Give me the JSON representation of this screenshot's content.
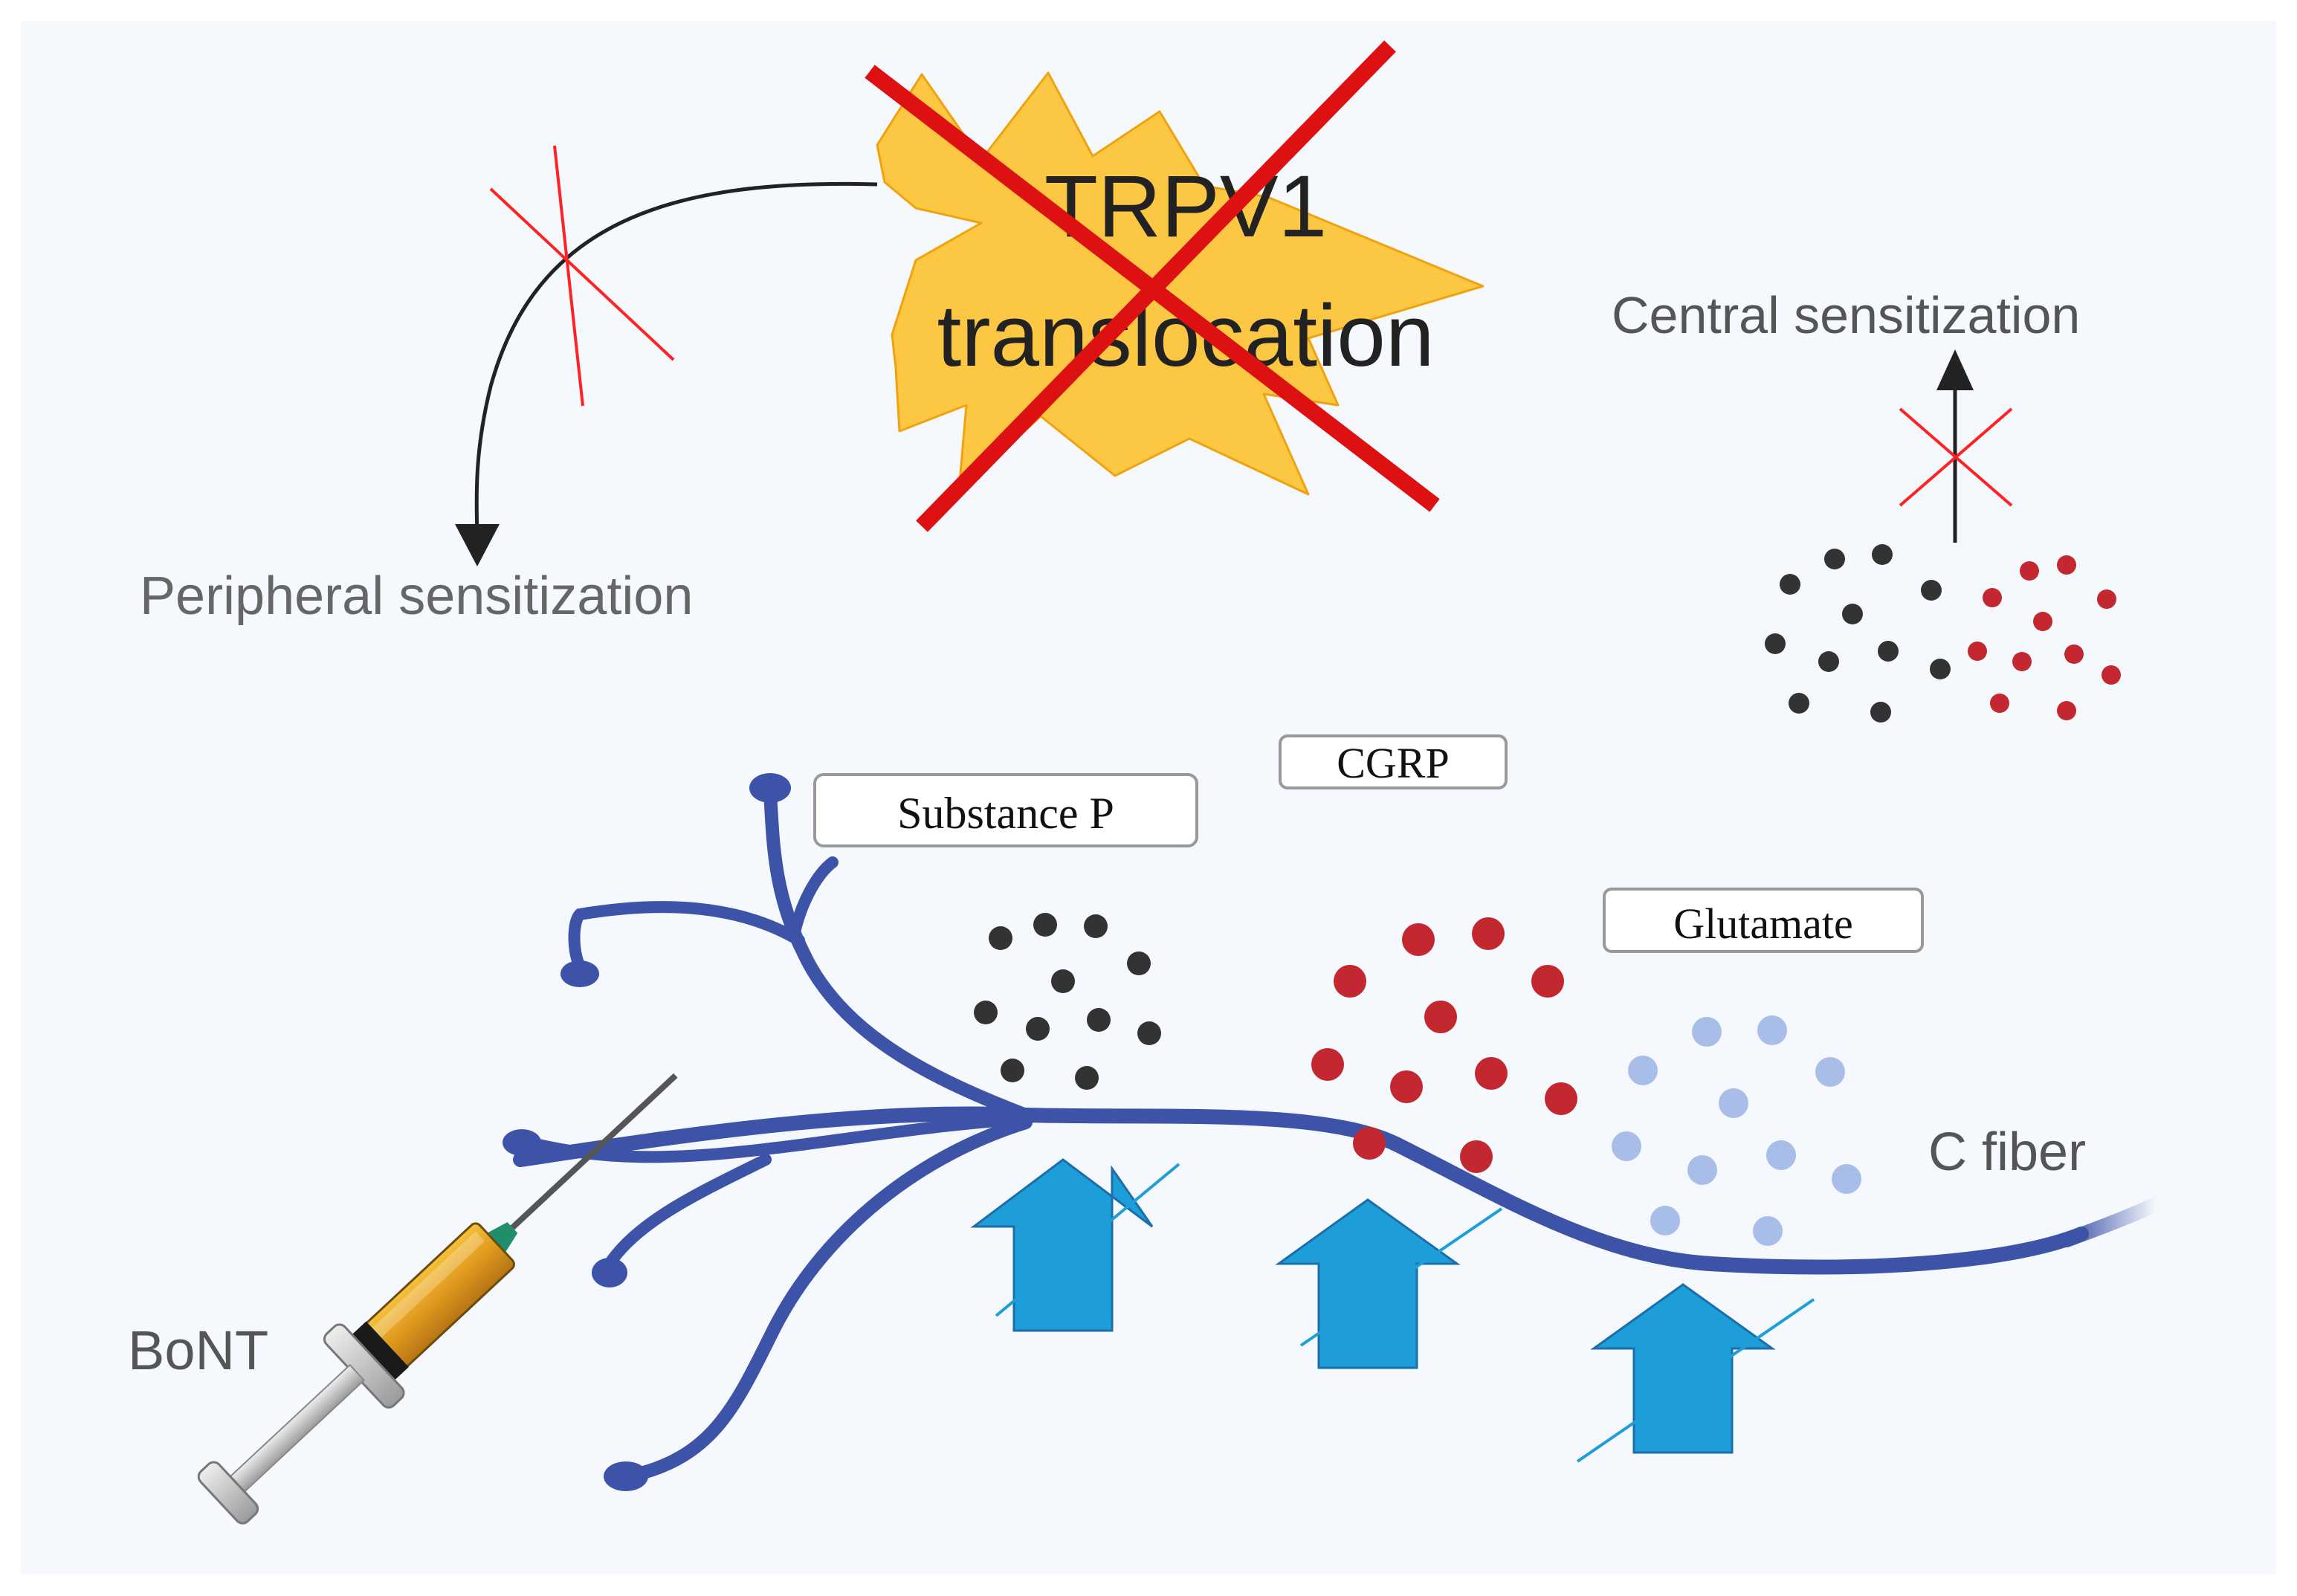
{
  "labels": {
    "trpv1_line1": "TRPV1",
    "trpv1_line2": "translocation",
    "peripheral": "Peripheral sensitization",
    "central": "Central sensitization",
    "substance_p": "Substance P",
    "cgrp": "CGRP",
    "glutamate": "Glutamate",
    "c_fiber": "C fiber",
    "bont": "BoNT"
  },
  "colors": {
    "background": "#f5f8fc",
    "nerve": "#3d53a8",
    "starburst": "#fcc844",
    "cross_red": "#dd1111",
    "inhibition_red": "#ff2222",
    "arrow_blue": "#1e9ed8",
    "substance_p_dot": "#333333",
    "cgrp_dot": "#c3272f",
    "glutamate_dot": "#a8bde8",
    "label_gray": "#666666"
  },
  "icons": {
    "syringe": "syringe-icon",
    "starburst": "starburst-shape",
    "crossout": "big-x-icon"
  }
}
